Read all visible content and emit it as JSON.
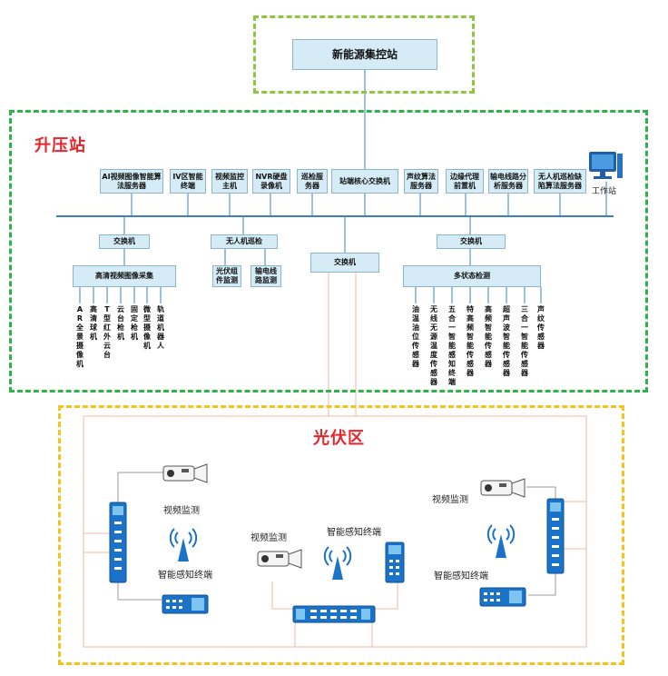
{
  "zones": {
    "station": "升压站",
    "pv": "光伏区"
  },
  "top": {
    "center": "新能源集控站"
  },
  "servers": [
    "AI视频图像智能算法服务器",
    "IV区智能终端",
    "视频监控主机",
    "NVR硬盘录像机",
    "巡检服务器",
    "站端核心交换机",
    "声纹算法服务器",
    "边缘代理前置机",
    "输电线路分析服务器",
    "无人机巡检缺陷算法服务器"
  ],
  "workstation": "工作站",
  "switches": {
    "left": "交换机",
    "center": "交换机",
    "right": "交换机"
  },
  "uav": {
    "title": "无人机巡检",
    "children": [
      "光伏组件监测",
      "输电线路监测"
    ]
  },
  "hd_video": {
    "title": "高清视频图像采集",
    "items": [
      "AR全景摄像机",
      "高清球机",
      "T型红外云台",
      "云台枪机",
      "固定枪机",
      "微型摄像机",
      "轨道机器人"
    ]
  },
  "multi_state": {
    "title": "多状态检测",
    "items": [
      "油温油位传感器",
      "无线无源温度传感器",
      "五合一智能感知终端",
      "特高频智能传感器",
      "高频智能传感器",
      "超声波智能传感器",
      "三合一智能传感器",
      "声纹传感器"
    ]
  },
  "pv_labels": {
    "video_left": "视频监测",
    "sense_left": "智能感知终端",
    "video_center": "视频监测",
    "sense_center": "智能感知终端",
    "video_right": "视频监测",
    "sense_right": "智能感知终端"
  },
  "colors": {
    "zone_top": "#8dc63f",
    "zone_mid": "#2fb24c",
    "zone_low": "#f2c31a",
    "title_red": "#e8242a",
    "box_fill": "#d5ecf6",
    "bus_blue": "#3b7fc4",
    "fiber": "#f4b7a6"
  }
}
